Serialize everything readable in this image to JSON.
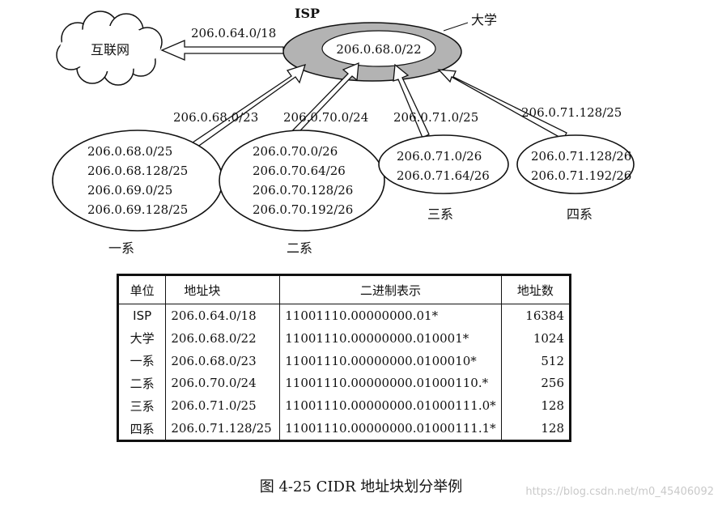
{
  "diagram": {
    "internet_label": "互联网",
    "isp_label": "ISP",
    "university_label": "大学",
    "isp_block": "206.0.64.0/18",
    "university_block": "206.0.68.0/22",
    "departments": [
      {
        "name": "一系",
        "block": "206.0.68.0/23",
        "subnets": [
          "206.0.68.0/25",
          "206.0.68.128/25",
          "206.0.69.0/25",
          "206.0.69.128/25"
        ]
      },
      {
        "name": "二系",
        "block": "206.0.70.0/24",
        "subnets": [
          "206.0.70.0/26",
          "206.0.70.64/26",
          "206.0.70.128/26",
          "206.0.70.192/26"
        ]
      },
      {
        "name": "三系",
        "block": "206.0.71.0/25",
        "subnets": [
          "206.0.71.0/26",
          "206.0.71.64/26"
        ]
      },
      {
        "name": "四系",
        "block": "206.0.71.128/25",
        "subnets": [
          "206.0.71.128/26",
          "206.0.71.192/26"
        ]
      }
    ]
  },
  "table": {
    "headers": [
      "单位",
      "地址块",
      "二进制表示",
      "地址数"
    ],
    "rows": [
      [
        "ISP",
        "206.0.64.0/18",
        "11001110.00000000.01*",
        "16384"
      ],
      [
        "大学",
        "206.0.68.0/22",
        "11001110.00000000.010001*",
        "1024"
      ],
      [
        "一系",
        "206.0.68.0/23",
        "11001110.00000000.0100010*",
        "512"
      ],
      [
        "二系",
        "206.0.70.0/24",
        "11001110.00000000.01000110.*",
        "256"
      ],
      [
        "三系",
        "206.0.71.0/25",
        "11001110.00000000.01000111.0*",
        "128"
      ],
      [
        "四系",
        "206.0.71.128/25",
        "11001110.00000000.01000111.1*",
        "128"
      ]
    ]
  },
  "caption": "图 4-25    CIDR 地址块划分举例",
  "watermark": "https://blog.csdn.net/m0_45406092",
  "colors": {
    "isp_ring": "#b3b3b3",
    "ink": "#111111",
    "watermark": "#c9c9c9"
  }
}
